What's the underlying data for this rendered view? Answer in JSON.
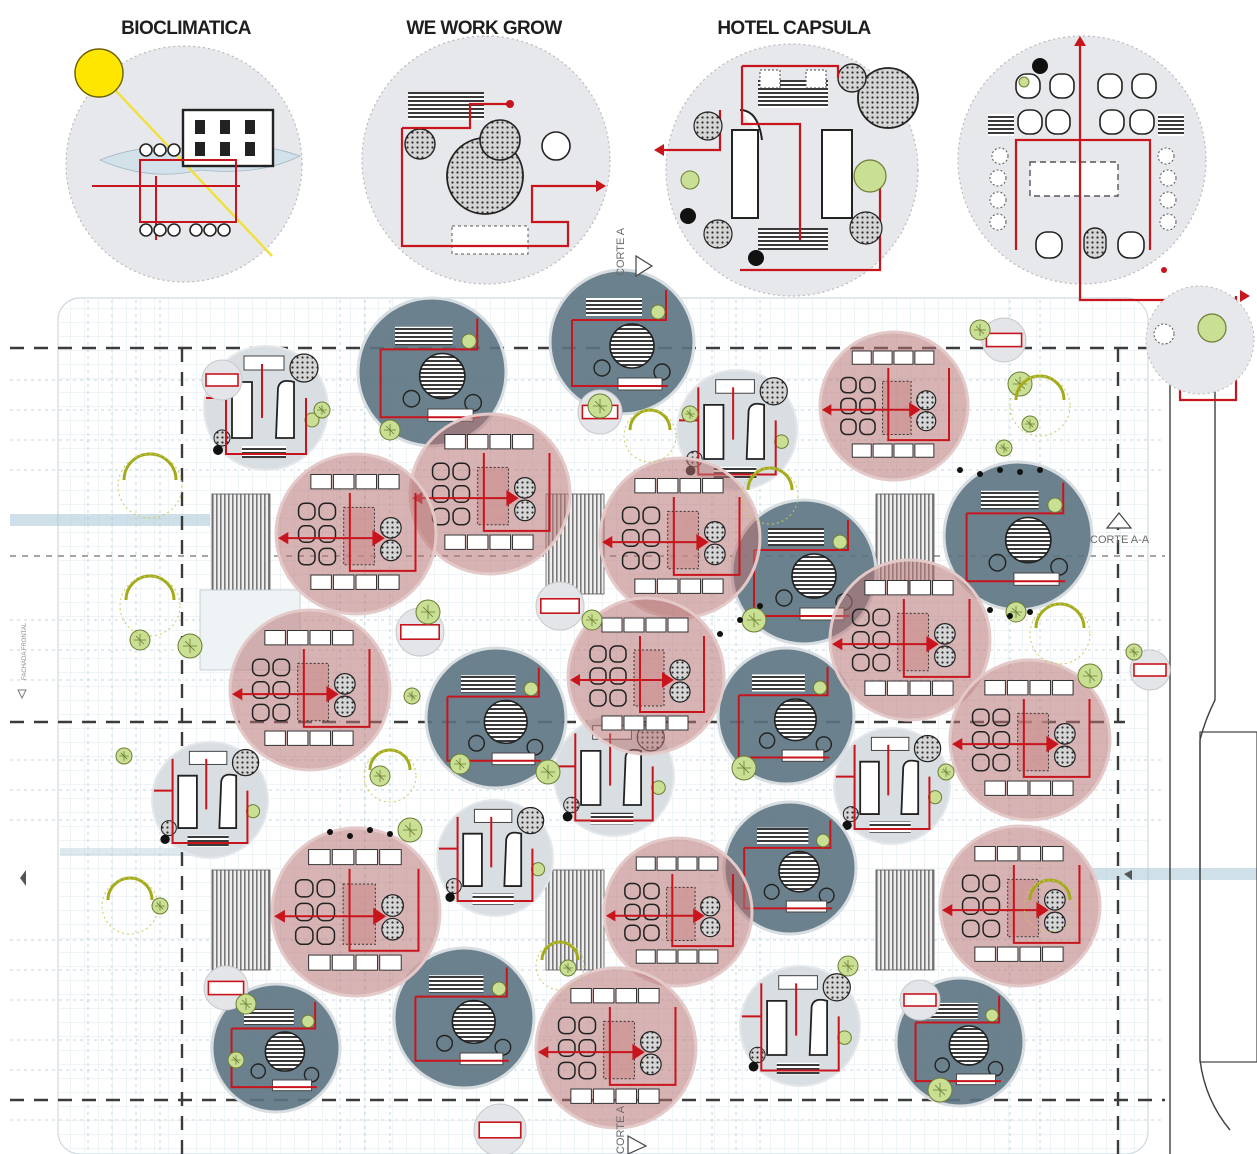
{
  "legend": {
    "items": [
      {
        "key": "bioclimatica",
        "title": "BIOCLIMATICA"
      },
      {
        "key": "wework",
        "title": "WE WORK GROW"
      },
      {
        "key": "hotel",
        "title": "HOTEL CAPSULA"
      },
      {
        "key": "fourth",
        "title": ""
      }
    ]
  },
  "plan": {
    "corte_a": "CORTE A",
    "corte_aa": "CORTE A-A",
    "corte_bottom": "CORTE A",
    "side_label": "FACHADA FRONTAL"
  },
  "colors": {
    "accent_red": "#c8141c",
    "module_red": "#b87575",
    "module_slate": "#5b7381",
    "legend_bg": "#e7e8ec",
    "tree_green": "#c9df93",
    "hedge_olive": "#a3ab1c",
    "sun_yellow": "#ffe600",
    "grid_blue": "#a9c7d6"
  }
}
